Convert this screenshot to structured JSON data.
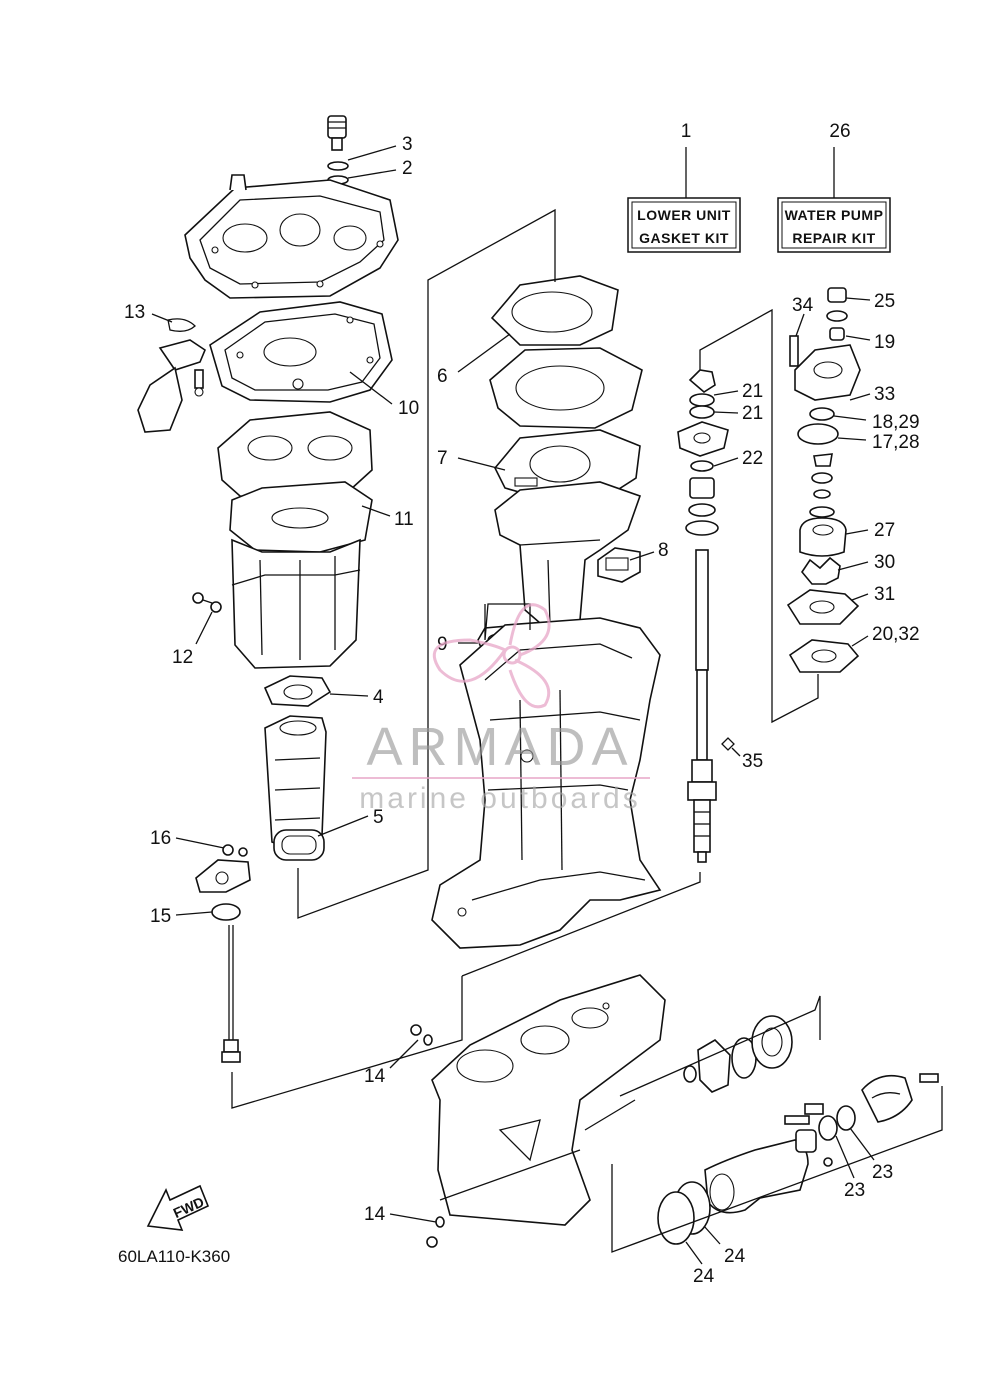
{
  "kits": {
    "lower_unit": {
      "line1": "LOWER UNIT",
      "line2": "GASKET KIT",
      "number": "1"
    },
    "water_pump": {
      "line1": "WATER PUMP",
      "line2": "REPAIR KIT",
      "number": "26"
    }
  },
  "callouts": {
    "c3": "3",
    "c2": "2",
    "c13": "13",
    "c10": "10",
    "c6": "6",
    "c7": "7",
    "c11": "11",
    "c12": "12",
    "c4": "4",
    "c9": "9",
    "c8": "8",
    "c5": "5",
    "c16": "16",
    "c15": "15",
    "c14a": "14",
    "c14b": "14",
    "c34": "34",
    "c25": "25",
    "c19": "19",
    "c33": "33",
    "c21a": "21",
    "c21b": "21",
    "c1829": "18,29",
    "c1728": "17,28",
    "c22": "22",
    "c27": "27",
    "c30": "30",
    "c31": "31",
    "c2032": "20,32",
    "c35": "35",
    "c23a": "23",
    "c23b": "23",
    "c24a": "24",
    "c24b": "24"
  },
  "watermark": {
    "brand": "ARMADA",
    "tagline": "marine outboards"
  },
  "fwd_label": "FWD",
  "diagram_code": "60LA110-K360",
  "colors": {
    "ink": "#111111",
    "watermark_logo": "#e7a6c8",
    "watermark_text": "#9a9a9a"
  }
}
